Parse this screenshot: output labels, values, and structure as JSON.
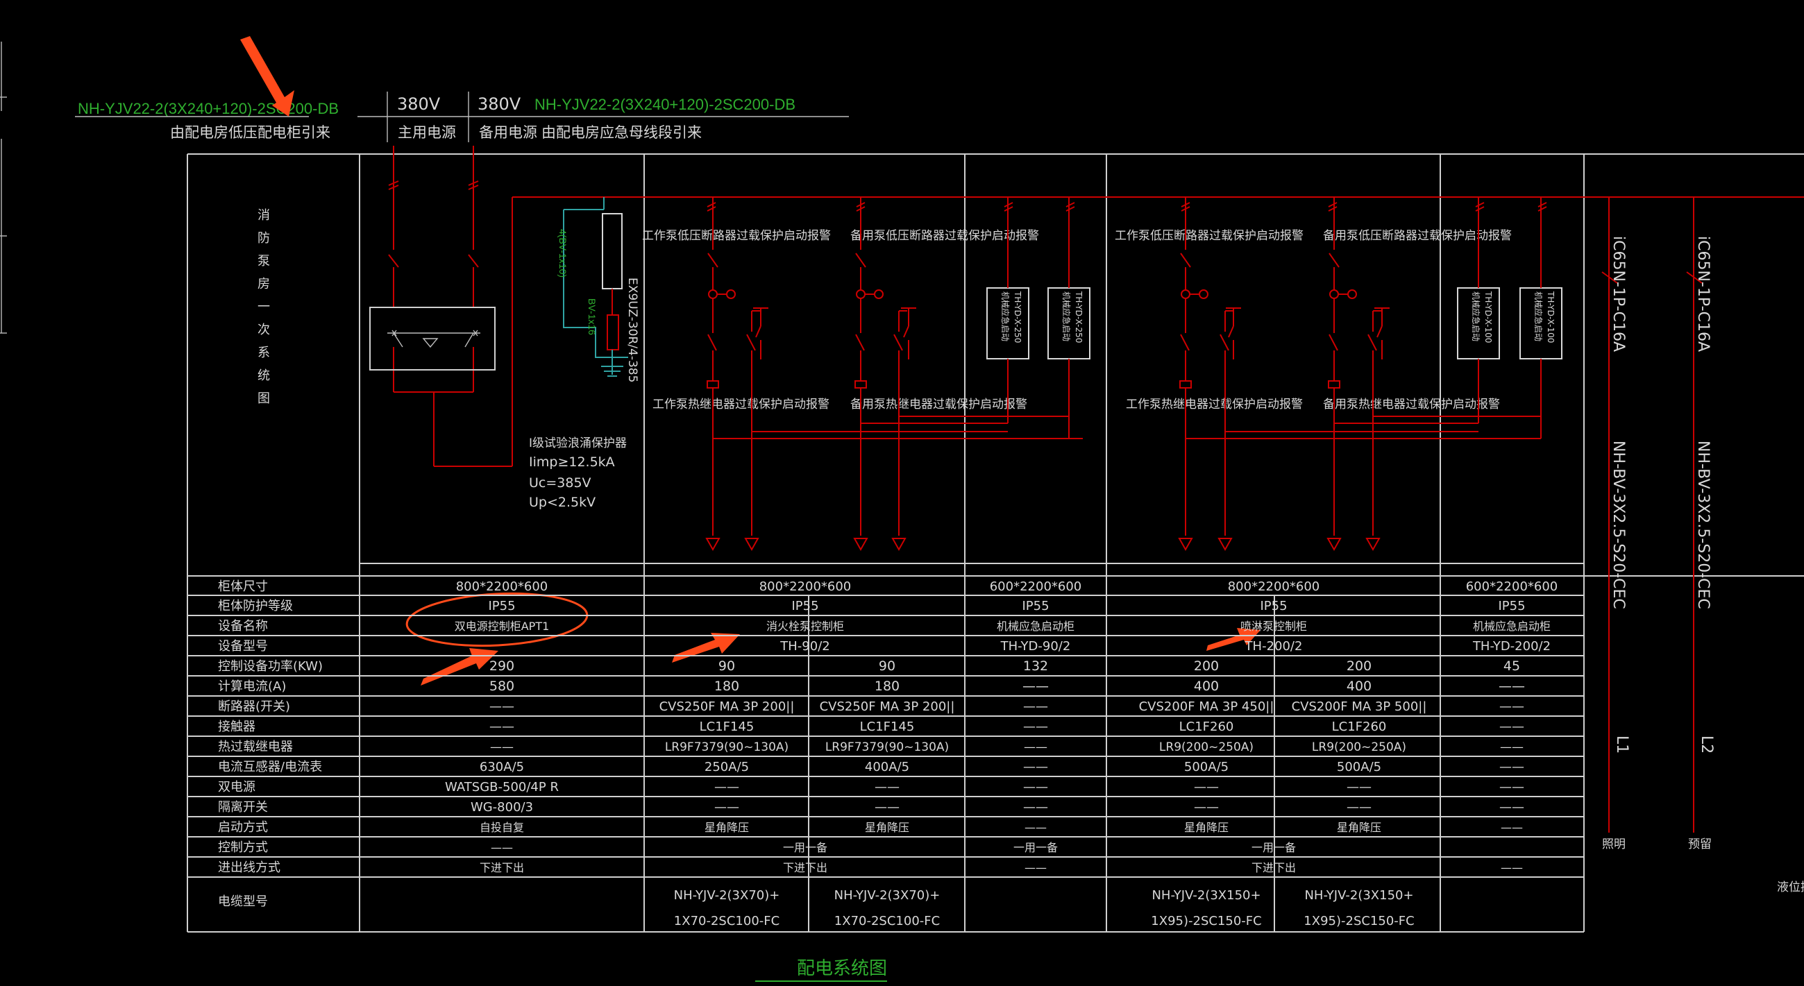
{
  "colors": {
    "background": "#000000",
    "wire": "#cc0000",
    "text": "#d8d8d8",
    "green": "#2fae2f",
    "annotation": "#ff4a1a",
    "cyan": "#2fa3a3"
  },
  "header": {
    "cable_left": "NH-YJV22-2(3X240+120)-2SC200-DB",
    "cable_right": "NH-YJV22-2(3X240+120)-2SC200-DB",
    "v1": "380V",
    "v2": "380V",
    "src_left": "由配电房低压配电柜引来",
    "main_power": "主用电源",
    "backup_power": "备用电源",
    "src_right": "由配电房应急母线段引来"
  },
  "side_title": [
    "消",
    "防",
    "泵",
    "房",
    "一",
    "次",
    "系",
    "统",
    "图"
  ],
  "diagram": {
    "spd": [
      "I级试验浪涌保护器",
      "Iimp≥12.5kA",
      "Uc=385V",
      "Up<2.5kV"
    ],
    "device_small": "EX9UZ-30R/4-385",
    "cable_small_1": "4(BV-1x10)",
    "cable_small_2": "BV-1x16",
    "feeder1_top": "工作泵低压断路器过载保护启动报警",
    "feeder2_top": "备用泵低压断路器过载保护启动报警",
    "feeder1_bottom": "工作泵热继电器过载保护启动报警",
    "feeder2_bottom": "备用泵热继电器过载保护启动报警",
    "feeder3_top": "工作泵低压断路器过载保护启动报警",
    "feeder4_top": "备用泵低压断路器过载保护启动报警",
    "feeder3_bottom": "工作泵热继电器过载保护启动报警",
    "feeder4_bottom": "备用泵热继电器过载保护启动报警",
    "box_a1": "机械应急启动",
    "box_a2": "TH-YD-X-250",
    "box_b1": "机械应急启动",
    "box_b2": "TH-YD-X-100",
    "right1_breaker": "iC65N-1P-C16A",
    "right2_breaker": "iC65N-1P-C16A",
    "right1_cable": "NH-BV-3X2.5-S20-CEC",
    "right2_cable": "NH-BV-3X2.5-S20-CEC",
    "right1_tag": "L1",
    "right2_tag": "L2",
    "right1_use": "照明",
    "right2_use": "预留",
    "edge_label": "液位控"
  },
  "table": {
    "row_labels": [
      "柜体尺寸",
      "柜体防护等级",
      "设备名称",
      "设备型号",
      "控制设备功率(KW)",
      "计算电流(A)",
      "断路器(开关)",
      "接触器",
      "热过载继电器",
      "电流互感器/电流表",
      "双电源",
      "隔离开关",
      "启动方式",
      "控制方式",
      "进出线方式",
      "电缆型号"
    ],
    "size": [
      "800*2200*600",
      "800*2200*600",
      "600*2200*600",
      "800*2200*600",
      "600*2200*600"
    ],
    "ip": [
      "IP55",
      "IP55",
      "IP55",
      "IP55",
      "IP55"
    ],
    "name": [
      "双电源控制柜APT1",
      "消火栓泵控制柜",
      "机械应急启动柜",
      "喷淋泵控制柜",
      "机械应急启动柜"
    ],
    "model": [
      "",
      "TH-90/2",
      "TH-YD-90/2",
      "TH-200/2",
      "TH-YD-200/2"
    ],
    "power": [
      "290",
      "90",
      "90",
      "132",
      "200",
      "200",
      "45"
    ],
    "current": [
      "580",
      "180",
      "180",
      "——",
      "400",
      "400",
      "——"
    ],
    "breaker": [
      "——",
      "CVS250F MA 3P 200||",
      "CVS250F MA 3P 200||",
      "——",
      "CVS200F MA 3P 450||",
      "CVS200F MA 3P 500||",
      "——"
    ],
    "contactor": [
      "——",
      "LC1F145",
      "LC1F145",
      "——",
      "LC1F260",
      "LC1F260",
      "——"
    ],
    "thermal": [
      "——",
      "LR9F7379(90~130A)",
      "LR9F7379(90~130A)",
      "——",
      "LR9(200~250A)",
      "LR9(200~250A)",
      "——"
    ],
    "ct": [
      "630A/5",
      "250A/5",
      "400A/5",
      "——",
      "500A/5",
      "500A/5",
      "——"
    ],
    "ats": [
      "WATSGB-500/4P R",
      "——",
      "——",
      "——",
      "——",
      "——",
      "——"
    ],
    "isolator": [
      "WG-800/3",
      "——",
      "——",
      "——",
      "——",
      "——",
      "——"
    ],
    "start": [
      "自投自复",
      "星角降压",
      "星角降压",
      "——",
      "星角降压",
      "星角降压",
      "——"
    ],
    "control": [
      "——",
      "一用一备",
      "一用一备",
      "一用一备"
    ],
    "inout": [
      "下进下出",
      "下进下出",
      "——",
      "下进下出",
      "——"
    ],
    "cable_a": [
      "NH-YJV-2(3X70)+",
      "NH-YJV-2(3X70)+",
      "NH-YJV-2(3X150+",
      "NH-YJV-2(3X150+"
    ],
    "cable_b": [
      "1X70-2SC100-FC",
      "1X70-2SC100-FC",
      "1X95)-2SC150-FC",
      "1X95)-2SC150-FC"
    ]
  },
  "footer_title": "配电系统图"
}
